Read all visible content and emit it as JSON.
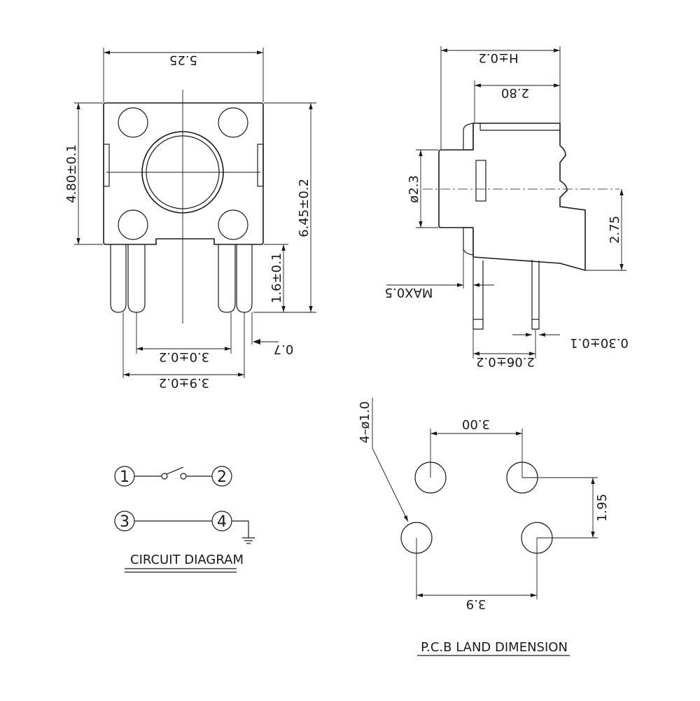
{
  "front_view": {
    "dims": {
      "width_top": "5.25",
      "height_left": "4.80±0.1",
      "height_right": "6.45±0.2",
      "pin_length": "1.6±0.1",
      "pin_pitch_inner": "3.0±0.2",
      "pin_pitch_outer": "3.9±0.2",
      "pin_width": "0.7"
    }
  },
  "side_view": {
    "dims": {
      "total_height": "H±0.2",
      "plunger_base": "2.80",
      "plunger_diameter": "ø2.3",
      "axis_height": "2.75",
      "standoff": "MAX0.5",
      "pin_offset": "2.06±0.2",
      "pin_thickness": "0.30±0.1"
    }
  },
  "circuit": {
    "title": "CIRCUIT DIAGRAM",
    "terminals": [
      "1",
      "2",
      "3",
      "4"
    ]
  },
  "pcb": {
    "title": "P.C.B LAND DIMENSION",
    "dims": {
      "hole_spec": "4–ø1.0",
      "top_pitch": "3.00",
      "vertical_pitch": "1.95",
      "bottom_pitch": "3.9"
    }
  }
}
